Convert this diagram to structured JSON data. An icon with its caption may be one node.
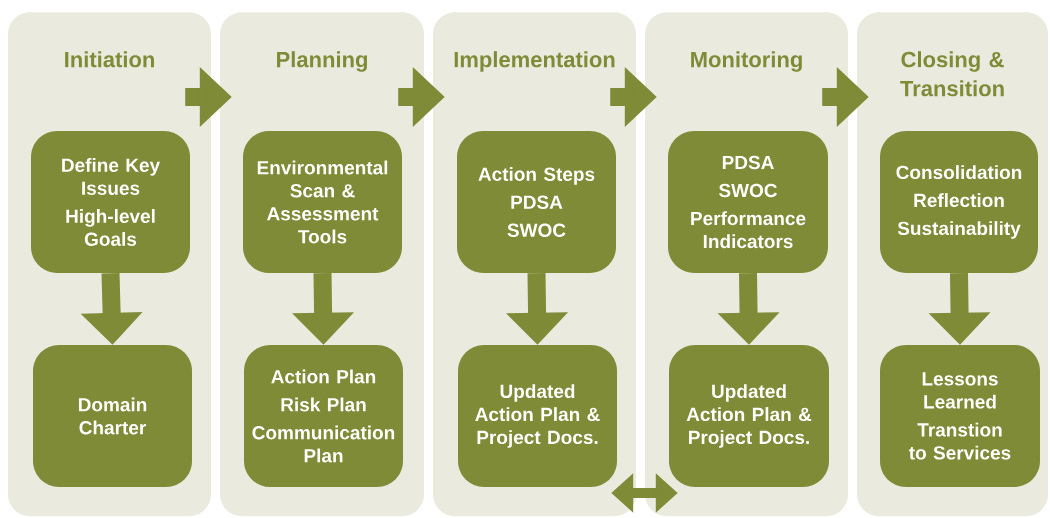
{
  "diagram": {
    "nodes": [
      {
        "text": [
          "Initiation"
        ]
      },
      {
        "text": [
          "Define Key Issues",
          "High-level Goals"
        ],
        "in": 0
      },
      {
        "text": [
          "Domain Charter"
        ],
        "in": 0
      },
      {
        "text": [
          "Planning"
        ]
      },
      {
        "text": [
          "Environmental Scan & Assessment Tools"
        ],
        "in": 3
      },
      {
        "text": [
          "Action Plan",
          "Risk Plan",
          "Communication Plan"
        ],
        "in": 3
      },
      {
        "text": [
          "Implementation"
        ]
      },
      {
        "text": [
          "Action Steps",
          "PDSA",
          "SWOC"
        ],
        "in": 6
      },
      {
        "text": [
          "Updated Action Plan & Project Docs."
        ],
        "in": 6
      },
      {
        "text": [
          "Monitoring"
        ]
      },
      {
        "text": [
          "PDSA",
          "SWOC",
          "Performance Indicators"
        ],
        "in": 9
      },
      {
        "text": [
          "Updated Action Plan & Project Docs."
        ],
        "in": 9
      },
      {
        "text": [
          "Closing & Transition"
        ]
      },
      {
        "text": [
          "Consolidation",
          "Reflection",
          "Sustainability"
        ],
        "in": 12
      },
      {
        "text": [
          "Lessons Learned",
          "Transtion to Services"
        ],
        "in": 12
      }
    ],
    "edges": [
      {
        "from": 0,
        "to": 3,
        "arrow": "to"
      },
      {
        "from": 3,
        "to": 6,
        "arrow": "to"
      },
      {
        "from": 6,
        "to": 9,
        "arrow": "to"
      },
      {
        "from": 9,
        "to": 12,
        "arrow": "to"
      },
      {
        "from": 1,
        "to": 2,
        "arrow": "to"
      },
      {
        "from": 4,
        "to": 5,
        "arrow": "to"
      },
      {
        "from": 7,
        "to": 8,
        "arrow": "to"
      },
      {
        "from": 10,
        "to": 11,
        "arrow": "to"
      },
      {
        "from": 13,
        "to": 14,
        "arrow": "to"
      },
      {
        "from": 8,
        "to": 11,
        "arrow": "both"
      }
    ]
  }
}
